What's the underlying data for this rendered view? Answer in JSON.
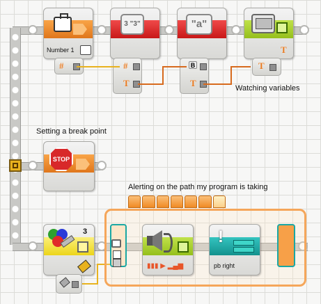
{
  "annotations": {
    "watching": "Watching variables",
    "breakpoint": "Setting a break point",
    "alerting": "Alerting on the path my program is taking"
  },
  "blocks": {
    "variable": {
      "label": "Number 1",
      "icon": "briefcase-icon"
    },
    "number_to_text": {
      "icon": "number-to-text-icon",
      "glyph": "3 \"3\""
    },
    "text": {
      "icon": "text-block-icon",
      "glyph": "\"a\""
    },
    "display": {
      "icon": "display-icon"
    },
    "stop": {
      "icon": "stop-sign-icon",
      "glyph": "STOP"
    },
    "color_sensor": {
      "port": "3",
      "icon": "color-sensor-icon"
    },
    "sound": {
      "icon": "speaker-icon"
    },
    "switch_branch": {
      "label": "pb right"
    }
  },
  "colors": {
    "orange": "#f08a24",
    "red": "#e02a2a",
    "lime": "#a6cc2a",
    "yellow": "#f5e23a",
    "teal": "#1aa7a3",
    "wire_yellow": "#e8b21e",
    "wire_orange": "#d76a1d"
  }
}
